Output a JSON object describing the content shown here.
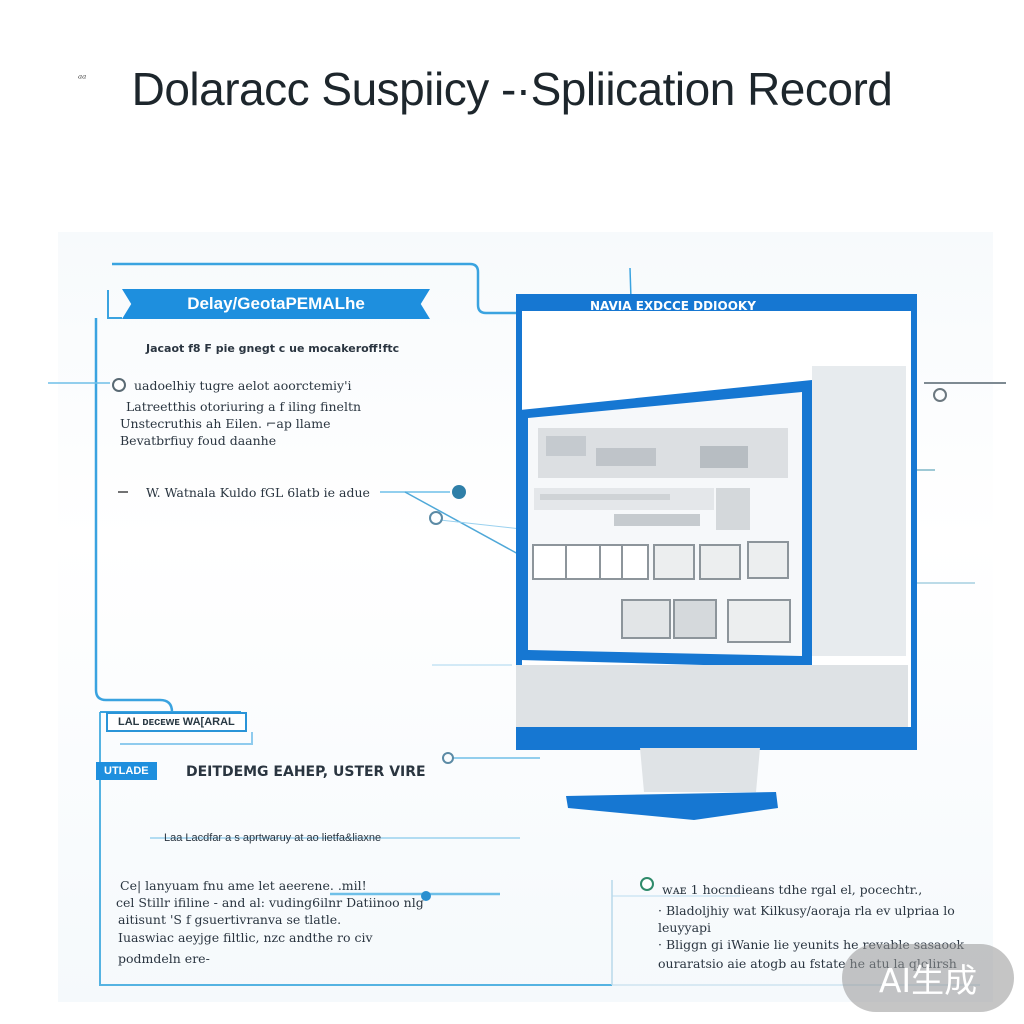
{
  "title": "Dolaracc Suspiicy -·Spliication Record",
  "title_mark": "ᵃᵃ",
  "left_box": {
    "ribbon": "Delay/GeotaPEMALhe",
    "subtitle": "Jacaot f8 F pie  gnegt c ue  mocakeroff!ftc",
    "para_lines": [
      "uadoelhiy tugre  aelot  aoorctemiy'i",
      "Latreetthis  otoriuring a f  iling  fineltn",
      "Unstecruthis  ah Eilen.  ⌐ap  llame",
      "Bevatbrfiuy  foud   daanhe"
    ],
    "note": "W.  Watnala  Kuldo  fGL  6latb ie adue"
  },
  "monitor_header": "NAVIA EXDCCE DDIOOKY",
  "lower_left": {
    "outline_tag": "LAL  ᴅᴇᴄᴇᴡᴇ WA[ARAL",
    "small_tag": "UTLADE",
    "heading": "DEITDEMG EAHEP, USTER VIRE",
    "connector_note": "Laa Lacdfar a s aprtwaruy at  ao  lietfa&liaxne",
    "para_lines": [
      "Ce| lanyuam  fnu ame  let  aeerene.  .mil!",
      "cel  Stillr ifiline  - and  al: vuding6ilnr Datiinoo nlg",
      "aitisunt 'S  f gsuertivranva se  tlatle.",
      "Iuaswiac  aeyjge  filtlic,  nzc  andthe  ro civ",
      "podmdeln  ere-"
    ]
  },
  "right_note": {
    "lines": [
      "ᴡᴀᴇ 1 hocndieans  tdhe  rgal  el, pocechtr.,",
      "· Bladoljhiy  wat  Kilkusy/aoraja  rla  ev  ulpriaa  lo",
      "  leuyyapi",
      "· Bliggn gi  iWanie  lie  yeunits  he revable  sasaook",
      "  ouraratsio  aie  atogb  au  fstate he  atu la  qlolirsh"
    ]
  },
  "badge": "AI生成",
  "colors": {
    "accent_blue": "#1e8fde",
    "monitor_frame": "#1677d2",
    "wire_blue": "#3aa3e0",
    "wire_teal": "#3bb6c4"
  }
}
